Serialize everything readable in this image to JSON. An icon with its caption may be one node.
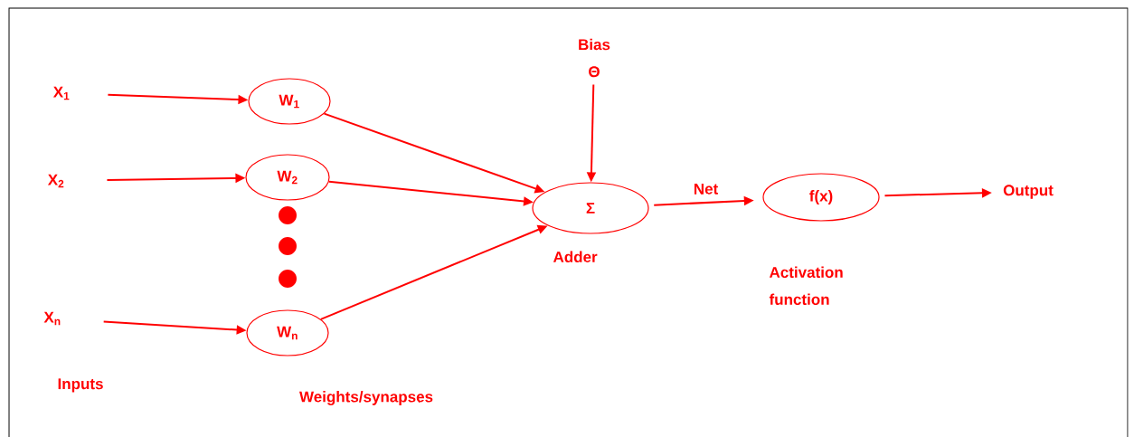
{
  "diagram": {
    "nodes": [
      {
        "text": [
          "X$_{1}$"
        ]
      },
      {
        "text": [
          "X$_{2}$"
        ]
      },
      {
        "text": [
          "X$_{n}$"
        ]
      },
      {
        "text": [
          "W$_{1}$"
        ]
      },
      {
        "text": [
          "W$_{2}$"
        ]
      },
      {
        "text": [
          "W$_{n}$"
        ]
      },
      {
        "text": [
          "Σ"
        ],
        "beside": [
          "Adder"
        ]
      },
      {
        "text": [
          "Bias",
          "Θ"
        ]
      },
      {
        "text": [
          "f(x)"
        ],
        "beside": [
          "Activation function"
        ]
      },
      {
        "text": [
          "Output"
        ]
      }
    ],
    "edges": [
      {
        "from": 0,
        "to": 3,
        "arrow": "to"
      },
      {
        "from": 1,
        "to": 4,
        "arrow": "to"
      },
      {
        "from": 2,
        "to": 5,
        "arrow": "to"
      },
      {
        "from": 3,
        "to": 6,
        "arrow": "to"
      },
      {
        "from": 4,
        "to": 6,
        "arrow": "to"
      },
      {
        "from": 5,
        "to": 6,
        "arrow": "to"
      },
      {
        "from": 7,
        "to": 6,
        "arrow": "to"
      },
      {
        "from": 6,
        "to": 8,
        "arrow": "to",
        "label": "Net"
      },
      {
        "from": 8,
        "to": 9,
        "arrow": "to"
      }
    ],
    "labels": [
      "Inputs",
      "Weights/synapses"
    ]
  }
}
